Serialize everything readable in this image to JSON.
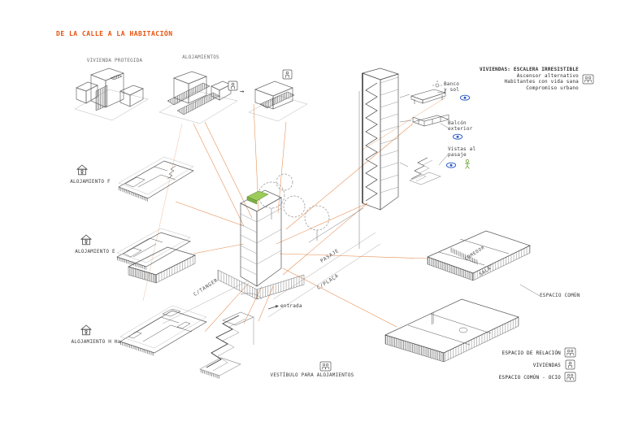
{
  "title": "DE LA CALLE A LA HABITACIÓN",
  "top_diagrams": {
    "vivienda_protegida": "VIVIENDA PROTEGIDA",
    "alojamientos": "ALOJAMIENTOS",
    "arrow": "→"
  },
  "header_notes": {
    "heading": "VIVIENDAS: ESCALERA IRRESISTIBLE",
    "note1": "Ascensor alternativo",
    "note2": "Habitantes con vida sana",
    "note3": "Compromiso urbano"
  },
  "stair_callouts": {
    "banco": "Banco\ny sol",
    "balcon": "Balcón\nexterior",
    "vistas": "Vistas al\npasaje"
  },
  "alojamientos": {
    "f": "ALOJAMIENTO F",
    "e": "ALOJAMIENTO E",
    "h": "ALOJAMIENTO H Ha"
  },
  "site_labels": {
    "entrada": "entrada",
    "pasaje": "PASAJE",
    "calle_placa": "C/PLAÇA",
    "calle_tanger": "C/TANGER"
  },
  "common_spaces": {
    "comedor": "COMEDOR",
    "sala": "SALA",
    "espacio_comun": "ESPACIO COMÚN"
  },
  "vestibulo_label": "VESTÍBULO PARA ALOJAMIENTOS",
  "legend": {
    "relacion": "ESPACIO DE RELACIÓN",
    "viviendas": "VIVIENDAS",
    "ocio": "ESPACIO COMÚN - OCIO"
  },
  "icons": {
    "house": "house-icon",
    "eye": "eye-icon",
    "person_green": "person-icon",
    "people_box": "people-icon",
    "arrow_right": "→"
  },
  "colors": {
    "accent_orange": "#e8500a",
    "connector_orange": "#e0762e",
    "eye_blue": "#2b59c8",
    "person_green": "#76a93c",
    "line_gray": "#6b6b6b",
    "roof_green": "#9ccb5a"
  }
}
